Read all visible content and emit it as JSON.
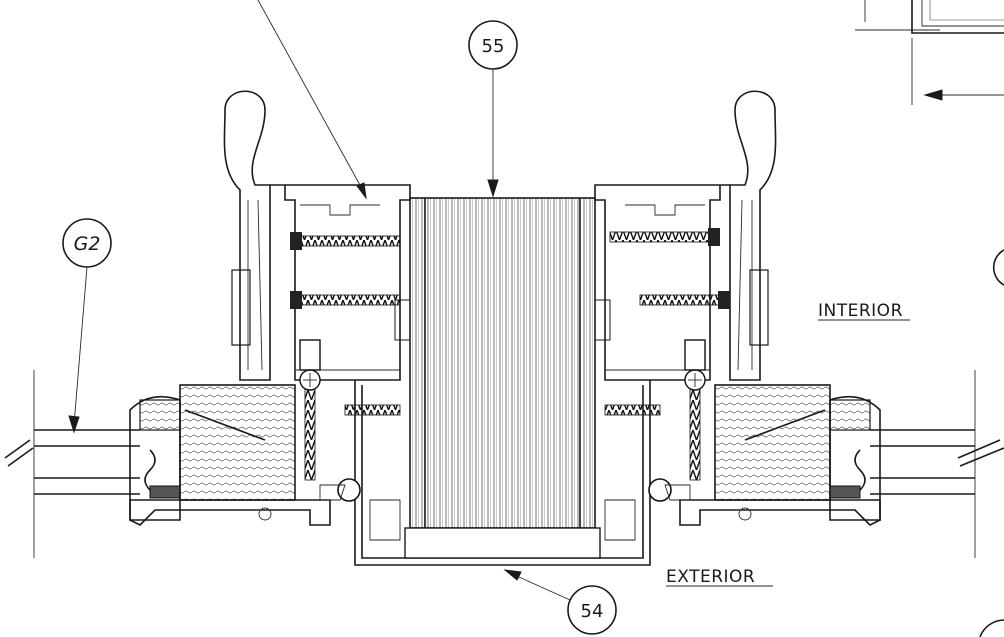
{
  "callouts": {
    "c55": "55",
    "g2": "G2",
    "c54": "54"
  },
  "labels": {
    "interior": "INTERIOR",
    "exterior": "EXTERIOR"
  },
  "colors": {
    "line": "#1a1a1a",
    "background": "#ffffff"
  }
}
